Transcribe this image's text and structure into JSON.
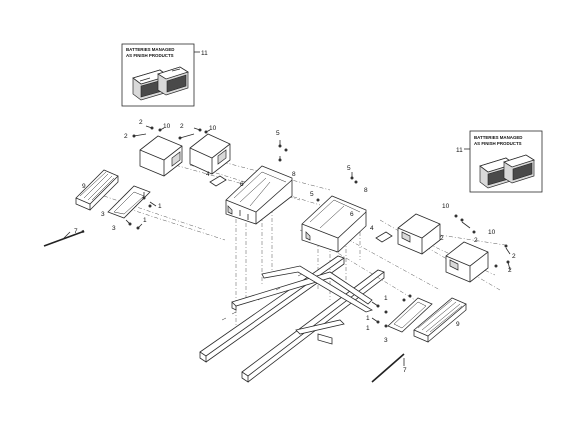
{
  "inset_left": {
    "title_line1": "BATTERIES MANAGED",
    "title_line2": "AS FINISH PRODUCTS",
    "callout": "11"
  },
  "inset_right": {
    "title_line1": "BATTERIES MANAGED",
    "title_line2": "AS FINISH PRODUCTS",
    "callout": "11"
  },
  "callouts": {
    "c1a": "1",
    "c1b": "1",
    "c1c": "1",
    "c1d": "1",
    "c1e": "1",
    "c2a": "2",
    "c2b": "2",
    "c2c": "2",
    "c2d": "2",
    "c2e": "2",
    "c2f": "2",
    "c2g": "2",
    "c3a": "3",
    "c3b": "3",
    "c4a": "4",
    "c4b": "4",
    "c5a": "5",
    "c5b": "5",
    "c5c": "5",
    "c6a": "6",
    "c6b": "6",
    "c7a": "7",
    "c7b": "7",
    "c8a": "8",
    "c8b": "8",
    "c9a": "9",
    "c9b": "9",
    "c10a": "10",
    "c10b": "10",
    "c10c": "10",
    "c10d": "10"
  }
}
